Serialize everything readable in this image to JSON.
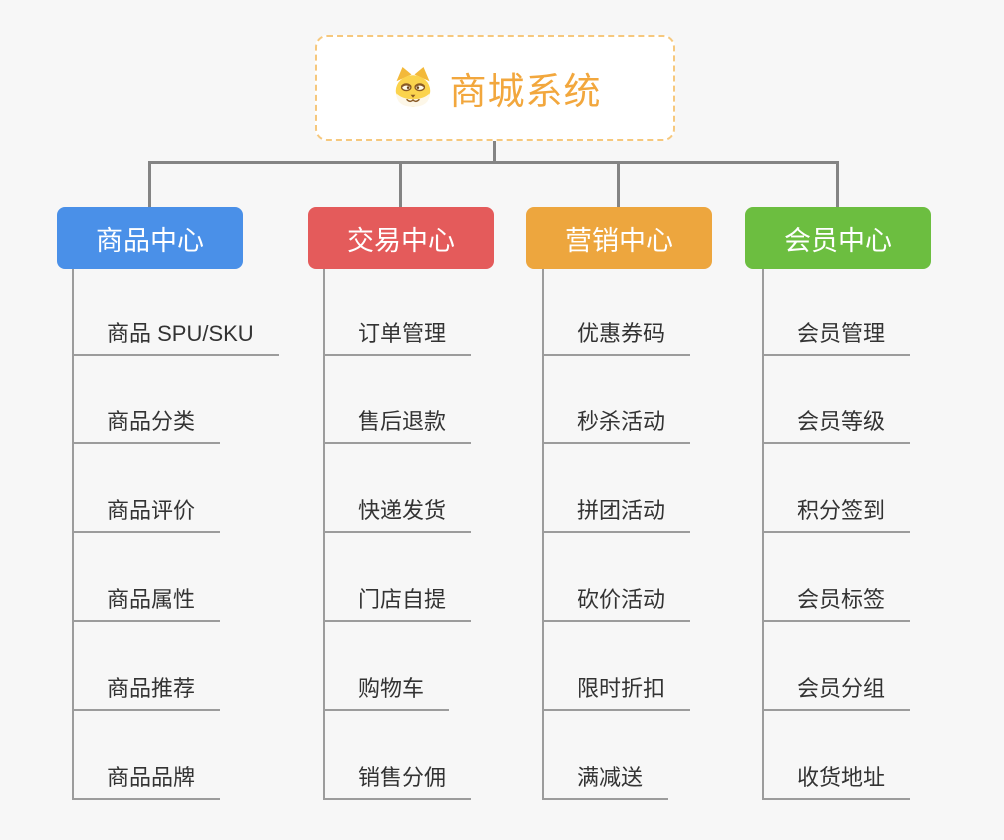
{
  "page": {
    "background_color": "#f7f7f7",
    "connector_color": "#848484",
    "leaf_line_color": "#9c9c9c",
    "leaf_text_color": "#333333"
  },
  "root": {
    "label": "商城系统",
    "icon": "dog-face-icon",
    "text_color": "#f2a73d",
    "border_color": "#f6c87d",
    "background_color": "#ffffff"
  },
  "branches": [
    {
      "label": "商品中心",
      "color": "#4a90e8",
      "items": [
        "商品 SPU/SKU",
        "商品分类",
        "商品评价",
        "商品属性",
        "商品推荐",
        "商品品牌"
      ]
    },
    {
      "label": "交易中心",
      "color": "#e45b5b",
      "items": [
        "订单管理",
        "售后退款",
        "快递发货",
        "门店自提",
        "购物车",
        "销售分佣"
      ]
    },
    {
      "label": "营销中心",
      "color": "#eda63e",
      "items": [
        "优惠券码",
        "秒杀活动",
        "拼团活动",
        "砍价活动",
        "限时折扣",
        "满减送"
      ]
    },
    {
      "label": "会员中心",
      "color": "#6cbe40",
      "items": [
        "会员管理",
        "会员等级",
        "积分签到",
        "会员标签",
        "会员分组",
        "收货地址"
      ]
    }
  ]
}
